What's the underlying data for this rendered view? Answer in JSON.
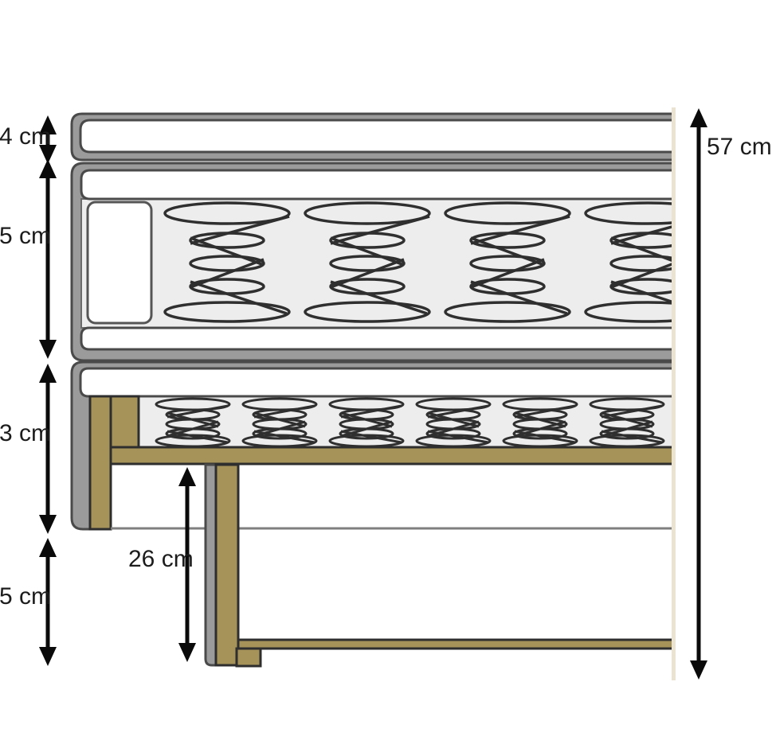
{
  "diagram": {
    "measurements": {
      "topper_height": "4 cm",
      "mattress_height": "5 cm",
      "boxspring_height": "3 cm",
      "leg_height": "5 cm",
      "under_bed_clearance": "26 cm",
      "total_height": "57 cm"
    },
    "colors": {
      "background": "#ffffff",
      "outline": "#4a4a4a",
      "upholstery_gray": "#9b9b9b",
      "interior_gray": "#ededed",
      "wood": "#a6935a",
      "wood_outline": "#2e2e2e",
      "cut_edge": "#ebe3d1",
      "spring_stroke": "#2f2f2f",
      "arrow": "#0a0a0a",
      "text": "#1c1c1c"
    }
  }
}
